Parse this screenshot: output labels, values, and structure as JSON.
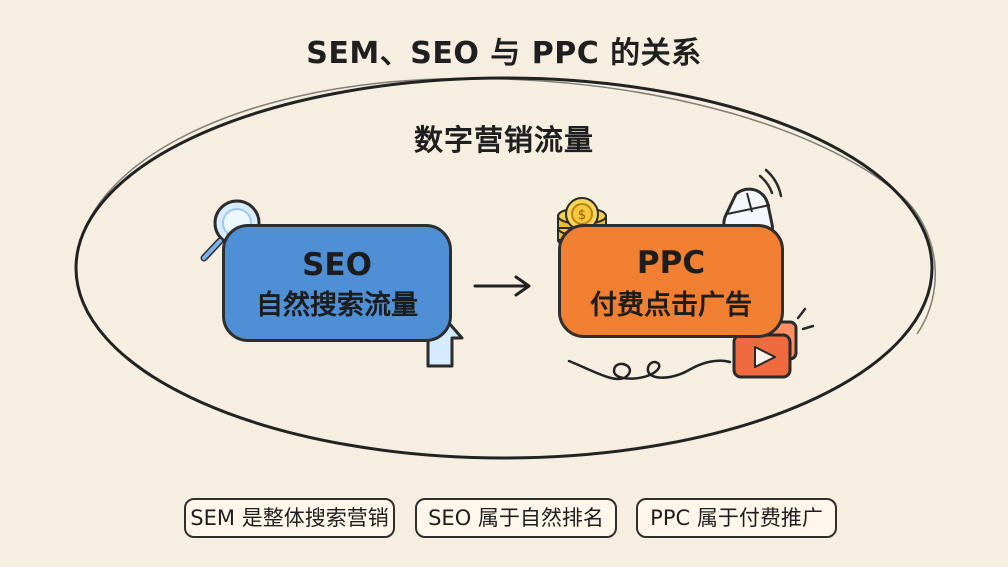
{
  "title": "SEM、SEO 与 PPC 的关系",
  "inner_title": "数字营销流量",
  "seo": {
    "title": "SEO",
    "subtitle": "自然搜索流量"
  },
  "ppc": {
    "title": "PPC",
    "subtitle": "付费点击广告"
  },
  "bottom_notes": [
    "SEM 是整体搜索营销",
    "SEO 属于自然排名",
    "PPC 属于付费推广"
  ],
  "colors": {
    "background": "#f6efe1",
    "seo": "#4f8fd6",
    "ppc": "#f07f31",
    "outline": "#2e2e2e",
    "note_fill": "#fff7eb"
  },
  "icons": {
    "seo_search": "magnifier-icon",
    "seo_trend": "arrow-up-icon",
    "flow": "arrow-right-icon",
    "ppc_money": "coin-stack-icon",
    "ppc_click": "mouse-icon",
    "ppc_media": "video-card-icon"
  }
}
